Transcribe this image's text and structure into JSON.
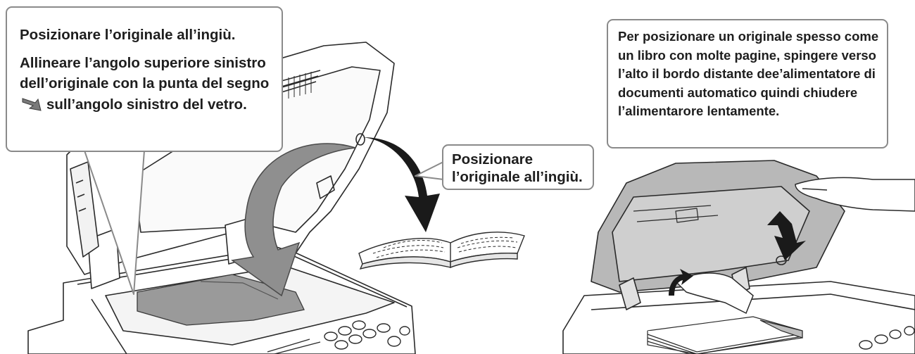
{
  "callouts": {
    "left": {
      "line1": "Posizionare l’originale all’ingiù.",
      "line2_before_icon": "Allineare l’angolo superiore sinistro dell’originale con la punta del segno",
      "line2_after_icon": "sull’angolo sinistro del vetro.",
      "icon": "alignment-arrow-icon"
    },
    "middle": {
      "text": "Posizionare l’originale all’ingiù."
    },
    "right": {
      "text": "Per posizionare un originale spesso come un libro con molte pagine, spingere verso l’alto il bordo distante dee’alimentatore di documenti automatico quindi chiudere l’alimentarore lentamente."
    }
  },
  "colors": {
    "callout_border": "#8a8a8a",
    "callout_text": "#1e1e1e",
    "arrow_fill": "#8f8f8f",
    "black_arrow": "#1a1a1a",
    "line_art": "#2a2a2a",
    "document_gray": "#9a9a9a"
  }
}
